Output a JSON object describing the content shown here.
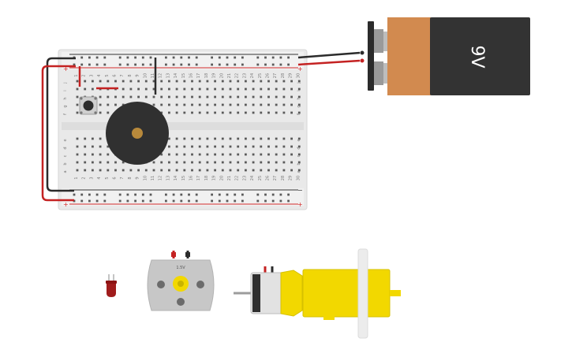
{
  "battery": {
    "voltage_label": "9V"
  },
  "breadboard": {
    "rows_top": [
      "j",
      "i",
      "h",
      "g",
      "f"
    ],
    "rows_bottom": [
      "e",
      "d",
      "c",
      "b",
      "a"
    ],
    "rail_plus": "+",
    "rail_minus": "−",
    "column_labels": [
      "1",
      "2",
      "3",
      "4",
      "5",
      "6",
      "7",
      "8",
      "9",
      "10",
      "11",
      "12",
      "13",
      "14",
      "15",
      "16",
      "17",
      "18",
      "19",
      "20",
      "21",
      "22",
      "23",
      "24",
      "25",
      "26",
      "27",
      "28",
      "29",
      "30"
    ]
  },
  "components": {
    "dc_motor_label": "1.5V"
  },
  "colors": {
    "breadboard": "#e6e6e6",
    "rail_red": "#d42a2a",
    "rail_black": "#333333",
    "battery_body": "#333333",
    "battery_cap": "#d28a4f",
    "motor_yellow": "#f2d800",
    "led_red": "#a01c1c",
    "buzzer": "#303030"
  }
}
